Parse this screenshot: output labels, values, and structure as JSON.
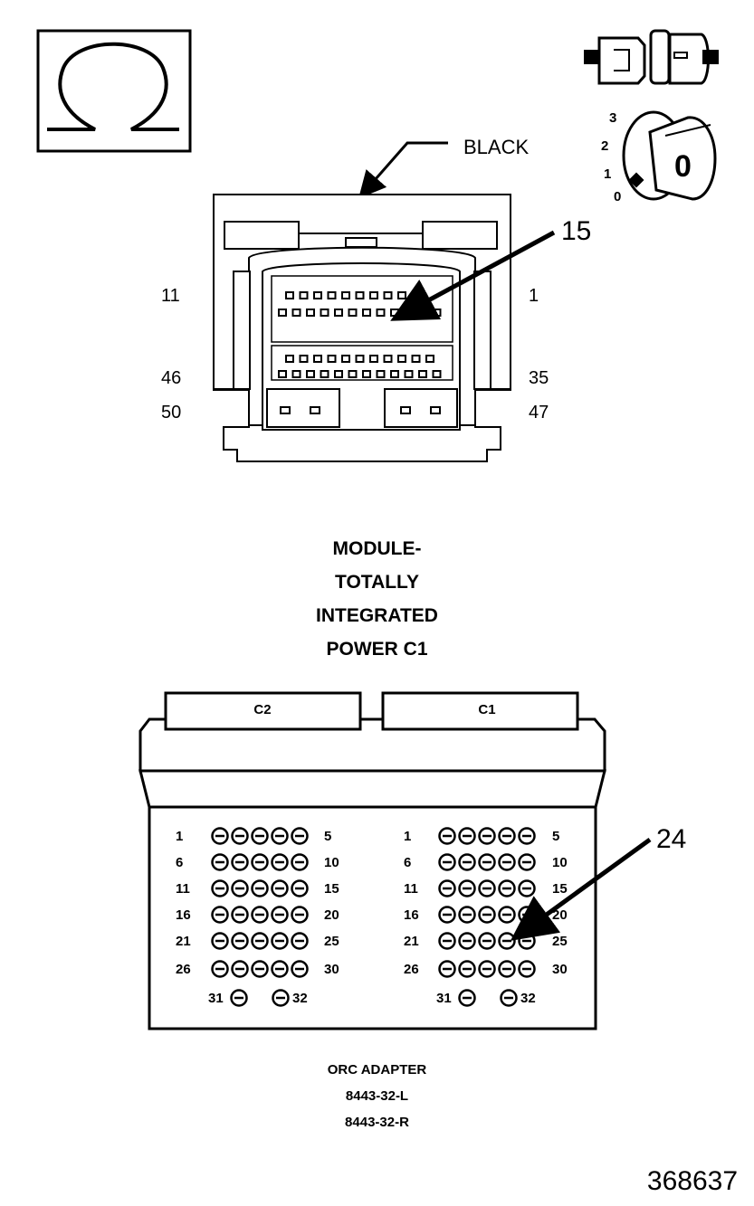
{
  "meter": {
    "symbol": "Ω"
  },
  "ignition": {
    "positions": [
      "3",
      "2",
      "1",
      "0"
    ],
    "key_label": "0"
  },
  "connector_top": {
    "color_label": "BLACK",
    "callout_pin": "15",
    "pin_labels": {
      "top_left": "11",
      "top_right": "1",
      "mid_left": "46",
      "mid_right": "35",
      "bottom_left": "50",
      "bottom_right": "47"
    }
  },
  "module_title": [
    "MODULE-",
    "TOTALLY",
    "INTEGRATED",
    "POWER C1"
  ],
  "adapter": {
    "tabs": [
      "C2",
      "C1"
    ],
    "row_labels_left": [
      "1",
      "6",
      "11",
      "16",
      "21",
      "26"
    ],
    "row_labels_right": [
      "5",
      "10",
      "15",
      "20",
      "25",
      "30"
    ],
    "extra_left": "31",
    "extra_right": "32",
    "callout_pin": "24",
    "title": [
      "ORC ADAPTER",
      "8443-32-L",
      "8443-32-R"
    ]
  },
  "figure_number": "368637"
}
